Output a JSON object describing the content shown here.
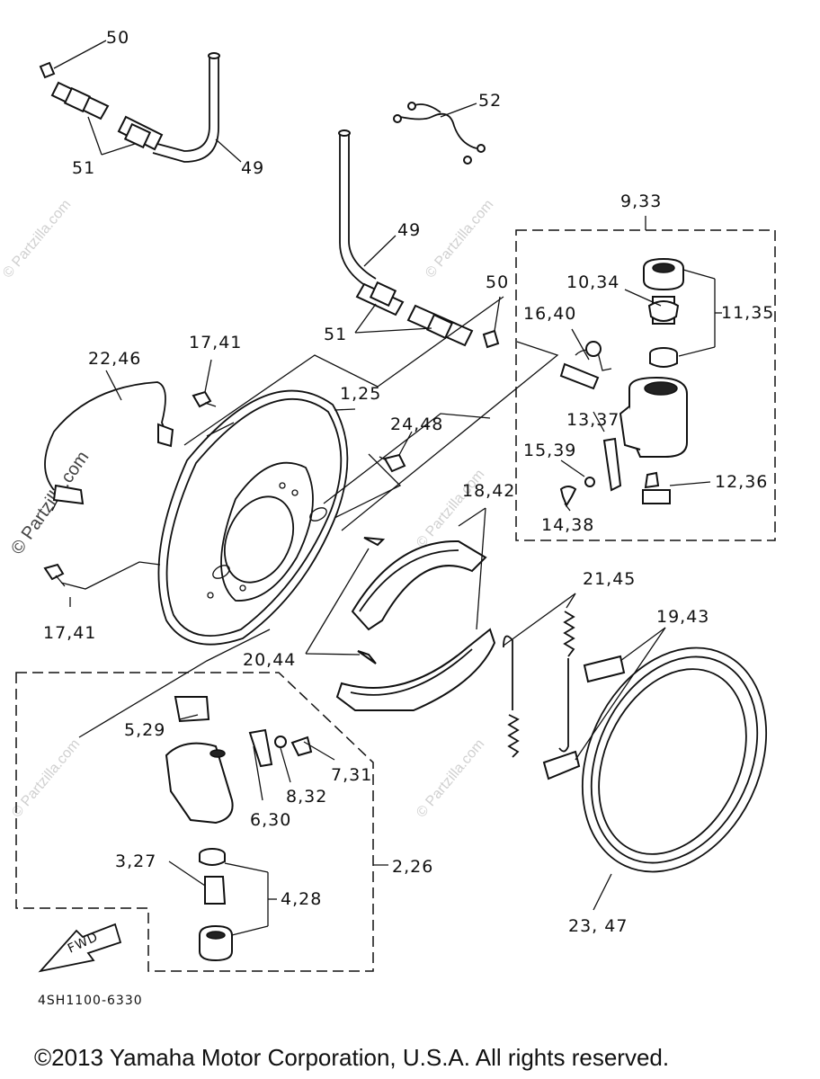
{
  "labels": {
    "l50a": "50",
    "l51a": "51",
    "l49a": "49",
    "l52": "52",
    "l49b": "49",
    "l51b": "51",
    "l50b": "50",
    "l9_33": "9,33",
    "l10_34": "10,34",
    "l11_35": "11,35",
    "l16_40": "16,40",
    "l13_37": "13,37",
    "l15_39": "15,39",
    "l14_38": "14,38",
    "l12_36": "12,36",
    "l17_41a": "17,41",
    "l22_46": "22,46",
    "l1_25": "1,25",
    "l24_48": "24,48",
    "l18_42": "18,42",
    "l17_41b": "17,41",
    "l21_45": "21,45",
    "l19_43": "19,43",
    "l20_44": "20,44",
    "l5_29": "5,29",
    "l7_31": "7,31",
    "l8_32": "8,32",
    "l6_30": "6,30",
    "l2_26": "2,26",
    "l3_27": "3,27",
    "l4_28": "4,28",
    "l23_47": "23, 47"
  },
  "fwd": "FWD",
  "diagram_code": "4SH1100-6330",
  "copyright": "©2013 Yamaha Motor Corporation, U.S.A. All rights reserved.",
  "watermark": "© Partzilla.com",
  "watermark_side": "© Partzilla.com"
}
